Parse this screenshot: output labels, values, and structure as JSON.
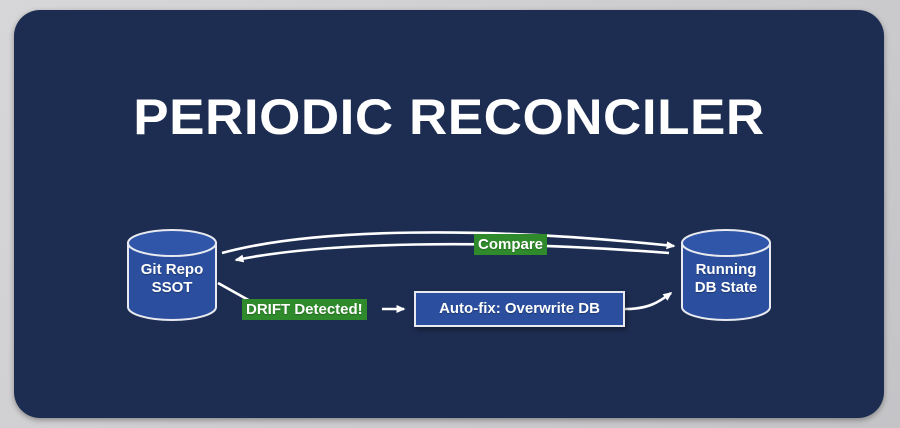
{
  "panel": {
    "background_color": "#1d2d51",
    "outer_background_color": "#c9c9cb"
  },
  "title": {
    "text": "PERIODIC RECONCILER",
    "color": "#ffffff"
  },
  "colors": {
    "node_blue": "#2b4f9e",
    "tag_green": "#2f8a2b",
    "connector_white": "#ffffff",
    "box_border": "#e8eaf0"
  },
  "nodes": [
    {
      "id": "git-repo",
      "shape": "cylinder",
      "line1": "Git Repo",
      "line2": "SSOT",
      "fill": "#2b4f9e"
    },
    {
      "id": "running-db",
      "shape": "cylinder",
      "line1": "Running",
      "line2": "DB State",
      "fill": "#2b4f9e"
    },
    {
      "id": "auto-fix",
      "shape": "rectangle",
      "label": "Auto-fix: Overwrite DB",
      "fill": "#2b4f9e"
    }
  ],
  "edge_labels": {
    "compare": "Compare",
    "drift": "DRIFT Detected!"
  },
  "edges": [
    {
      "id": "git-to-db-compare",
      "from": "git-repo",
      "to": "running-db",
      "label": "Compare",
      "direction": "right"
    },
    {
      "id": "db-to-git-compare",
      "from": "running-db",
      "to": "git-repo",
      "label": "Compare",
      "direction": "left"
    },
    {
      "id": "git-to-autofix",
      "from": "git-repo",
      "to": "auto-fix",
      "label": "DRIFT Detected!",
      "direction": "right"
    },
    {
      "id": "autofix-to-db",
      "from": "auto-fix",
      "to": "running-db",
      "label": "",
      "direction": "right"
    }
  ]
}
